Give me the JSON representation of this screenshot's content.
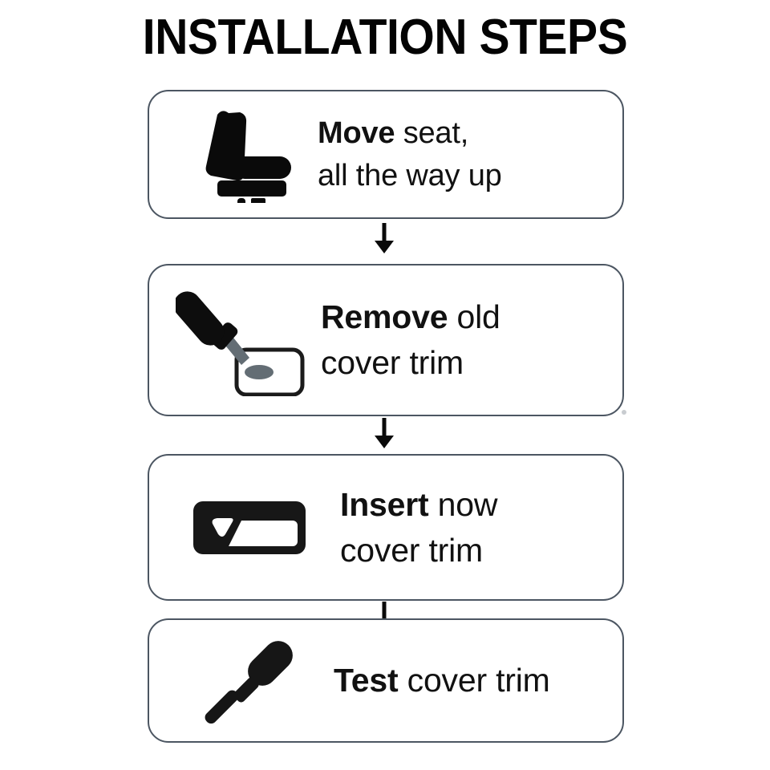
{
  "page": {
    "title": "INSTALLATION STEPS",
    "background_color": "#ffffff",
    "card_border_color": "#4c5662",
    "text_color": "#111111",
    "icon_color": "#111111"
  },
  "flow": {
    "steps": [
      {
        "index": 1,
        "icon": "car-seat-icon",
        "lines": [
          {
            "lead": "Move",
            "rest": " seat,"
          },
          {
            "lead": "",
            "rest": "all the way up"
          }
        ],
        "text": "Move seat, all the way up"
      },
      {
        "index": 2,
        "icon": "pry-tool-removing-trim-icon",
        "lines": [
          {
            "lead": "Remove",
            "rest": " old"
          },
          {
            "lead": "",
            "rest": "cover trim"
          }
        ],
        "text": "Remove old cover trim"
      },
      {
        "index": 3,
        "icon": "cover-trim-piece-icon",
        "lines": [
          {
            "lead": "Insert",
            "rest": " now"
          },
          {
            "lead": "",
            "rest": "cover trim"
          }
        ],
        "text": "Insert now cover trim"
      },
      {
        "index": 4,
        "icon": "screwdriver-icon",
        "lines": [
          {
            "lead": "Test",
            "rest": " cover trim"
          }
        ],
        "text": "Test cover trim"
      }
    ],
    "connectors": [
      {
        "icon": "down-arrow-icon",
        "from_step": 1,
        "to_step": 2
      },
      {
        "icon": "down-arrow-icon",
        "from_step": 2,
        "to_step": 3
      },
      {
        "icon": "down-arrow-icon",
        "from_step": 3,
        "to_step": 4
      }
    ]
  }
}
